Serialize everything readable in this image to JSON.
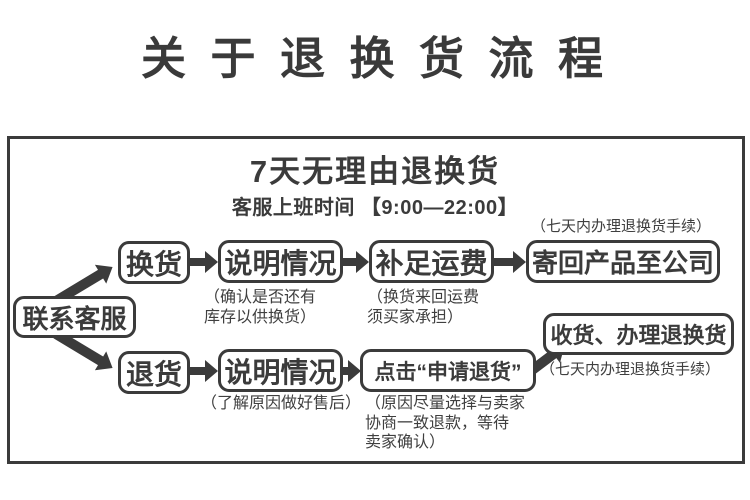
{
  "title": "关 于 退 换 货 流 程",
  "panel": {
    "heading": "7天无理由退换货",
    "subheading": "客服上班时间 【9:00—22:00】"
  },
  "flow": {
    "contact": "联系客服",
    "top": {
      "step1": "换货",
      "step2": "说明情况",
      "note2": "（确认是否还有\n库存以供换货）",
      "step3": "补足运费",
      "note3": "（换货来回运费\n须买家承担）",
      "step4": "寄回产品至公司",
      "note4": "（七天内办理退换货手续）"
    },
    "bottom": {
      "step1": "退货",
      "step2": "说明情况",
      "note2": "（了解原因做好售后）",
      "step3": "点击“申请退货”",
      "note3": "（原因尽量选择与卖家\n协商一致退款，等待\n卖家确认）",
      "step4": "收货、办理退换货",
      "note4": "（七天内办理退换货手续）"
    }
  },
  "colors": {
    "ink": "#3b3b3b",
    "background": "#ffffff"
  }
}
